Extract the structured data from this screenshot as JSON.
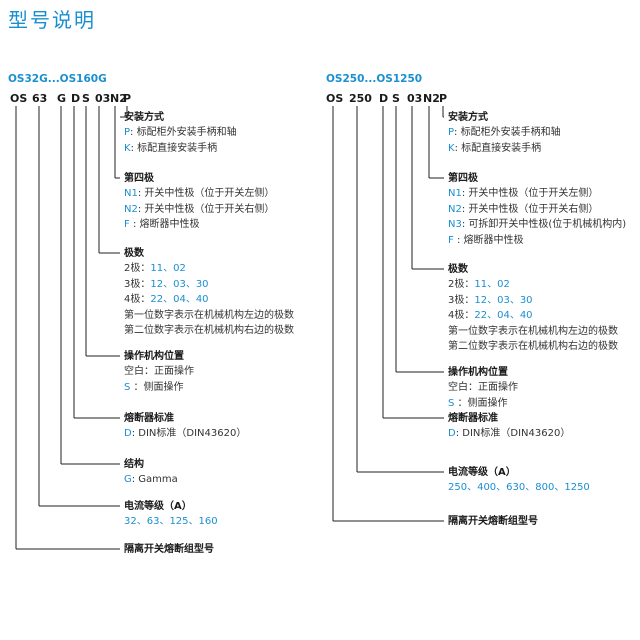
{
  "page_title": "型号说明",
  "left": {
    "series": "OS32G...OS160G",
    "code": [
      "OS",
      "63",
      "G",
      "D",
      "S",
      "03",
      "N2",
      "P"
    ],
    "sections": [
      {
        "heading": "安装方式",
        "items": [
          {
            "key": "P",
            "text": ": 标配柜外安装手柄和轴"
          },
          {
            "key": "K",
            "text": ": 标配直接安装手柄"
          }
        ]
      },
      {
        "heading": "第四极",
        "items": [
          {
            "key": "N1",
            "text": ": 开关中性极（位于开关左侧）"
          },
          {
            "key": "N2",
            "text": ": 开关中性极（位于开关右侧）"
          },
          {
            "key": "F",
            "text": "   : 熔断器中性极"
          }
        ]
      },
      {
        "heading": "极数",
        "items": [
          {
            "label": "2极：",
            "value": "11、02"
          },
          {
            "label": "3极：",
            "value": "12、03、30"
          },
          {
            "label": "4极：",
            "value": "22、04、40"
          },
          {
            "label": "第一位数字表示在机械机构左边的极数",
            "value": ""
          },
          {
            "label": "第二位数字表示在机械机构右边的极数",
            "value": ""
          }
        ]
      },
      {
        "heading": "操作机构位置",
        "items": [
          {
            "label": "空白：正面操作",
            "value": ""
          },
          {
            "key": "S",
            "text": "    ：侧面操作"
          }
        ]
      },
      {
        "heading": "熔断器标准",
        "items": [
          {
            "key": "D",
            "text": ": DIN标准（DIN43620）"
          }
        ]
      },
      {
        "heading": "结构",
        "items": [
          {
            "key": "G",
            "text": ": Gamma"
          }
        ]
      },
      {
        "heading": "电流等级（A）",
        "items": [
          {
            "label": "",
            "value": "32、63、125、160"
          }
        ]
      },
      {
        "heading": "隔离开关熔断组型号",
        "items": []
      }
    ]
  },
  "right": {
    "series": "OS250...OS1250",
    "code": [
      "OS",
      "250",
      "D",
      "S",
      "03",
      "N2",
      "P"
    ],
    "sections": [
      {
        "heading": "安装方式",
        "items": [
          {
            "key": "P",
            "text": ": 标配柜外安装手柄和轴"
          },
          {
            "key": "K",
            "text": ": 标配直接安装手柄"
          }
        ]
      },
      {
        "heading": "第四极",
        "items": [
          {
            "key": "N1",
            "text": ": 开关中性极（位于开关左侧）"
          },
          {
            "key": "N2",
            "text": ": 开关中性极（位于开关右侧）"
          },
          {
            "key": "N3",
            "text": ": 可拆卸开关中性极(位于机械机构内)"
          },
          {
            "key": "F",
            "text": "   : 熔断器中性极"
          }
        ]
      },
      {
        "heading": "极数",
        "items": [
          {
            "label": "2极：",
            "value": "11、02"
          },
          {
            "label": "3极：",
            "value": "12、03、30"
          },
          {
            "label": "4极：",
            "value": "22、04、40"
          },
          {
            "label": "第一位数字表示在机械机构左边的极数",
            "value": ""
          },
          {
            "label": "第二位数字表示在机械机构右边的极数",
            "value": ""
          }
        ]
      },
      {
        "heading": "操作机构位置",
        "items": [
          {
            "label": "空白：正面操作",
            "value": ""
          },
          {
            "key": "S",
            "text": "    ：侧面操作"
          }
        ]
      },
      {
        "heading": "熔断器标准",
        "items": [
          {
            "key": "D",
            "text": ": DIN标准（DIN43620）"
          }
        ]
      },
      {
        "heading": "电流等级（A）",
        "items": [
          {
            "label": "",
            "value": "250、400、630、800、1250"
          }
        ]
      },
      {
        "heading": "隔离开关熔断组型号",
        "items": []
      }
    ]
  }
}
